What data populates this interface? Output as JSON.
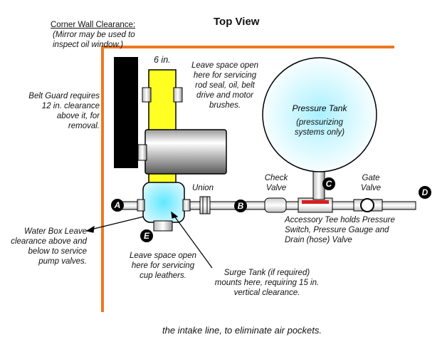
{
  "title": "Top View",
  "corner": {
    "heading": "Corner Wall Clearance:",
    "note": "(Mirror may be used to inspect oil window.)"
  },
  "dimension": "6 in.",
  "belt_guard_note": "Belt Guard requires 12 in. clearance above it, for removal.",
  "rod_seal_note": "Leave space open here for servicing rod seal, oil, belt drive and motor brushes.",
  "tank": {
    "name": "Pressure Tank",
    "note": "(pressurizing systems only)"
  },
  "labels": {
    "union": "Union",
    "check_valve": "Check Valve",
    "gate_valve": "Gate Valve",
    "accessory_tee": "Accessory Tee holds Pressure Switch, Pressure Gauge and Drain (hose) Valve",
    "water_box": "Water Box Leave clearance above and below to service pump valves.",
    "cup_leathers": "Leave space open here for servicing cup leathers.",
    "surge_tank": "Surge Tank (if required) mounts here, requiring 15 in. vertical clearance."
  },
  "points": [
    "A",
    "B",
    "C",
    "D",
    "E"
  ],
  "colors": {
    "wall": "#ee7722",
    "pump": "#ffff22",
    "tank": "#aaf0ff",
    "marker": "#000000"
  },
  "caption": "the intake line, to eliminate air pockets."
}
